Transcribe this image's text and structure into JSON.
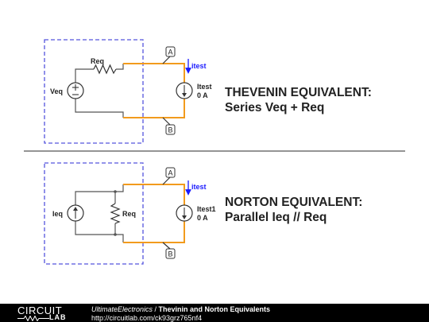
{
  "thevenin": {
    "heading_line1": "THEVENIN EQUIVALENT:",
    "heading_line2": "Series Veq + Req",
    "resistor_label": "Req",
    "source_label": "Veq",
    "current_source_label": "Itest",
    "current_source_value": "0 A",
    "current_arrow_label": "itest",
    "node_a": "A",
    "node_b": "B"
  },
  "norton": {
    "heading_line1": "NORTON EQUIVALENT:",
    "heading_line2": "Parallel Ieq // Req",
    "source_label": "Ieq",
    "resistor_label": "Req",
    "current_source_label": "Itest1",
    "current_source_value": "0 A",
    "current_arrow_label": "itest",
    "node_a": "A",
    "node_b": "B"
  },
  "footer": {
    "logo_top": "CIRCUIT",
    "logo_bottom": "LAB",
    "author": "UltimateElectronics",
    "separator": " / ",
    "title": "Thevinin and Norton Equivalents",
    "url": "http://circuitlab.com/ck93grz765nf4"
  },
  "colors": {
    "wire": "#555555",
    "highlight_wire": "#f29b1d",
    "dashed_box": "#5555dd",
    "arrow": "#1a1aff"
  }
}
